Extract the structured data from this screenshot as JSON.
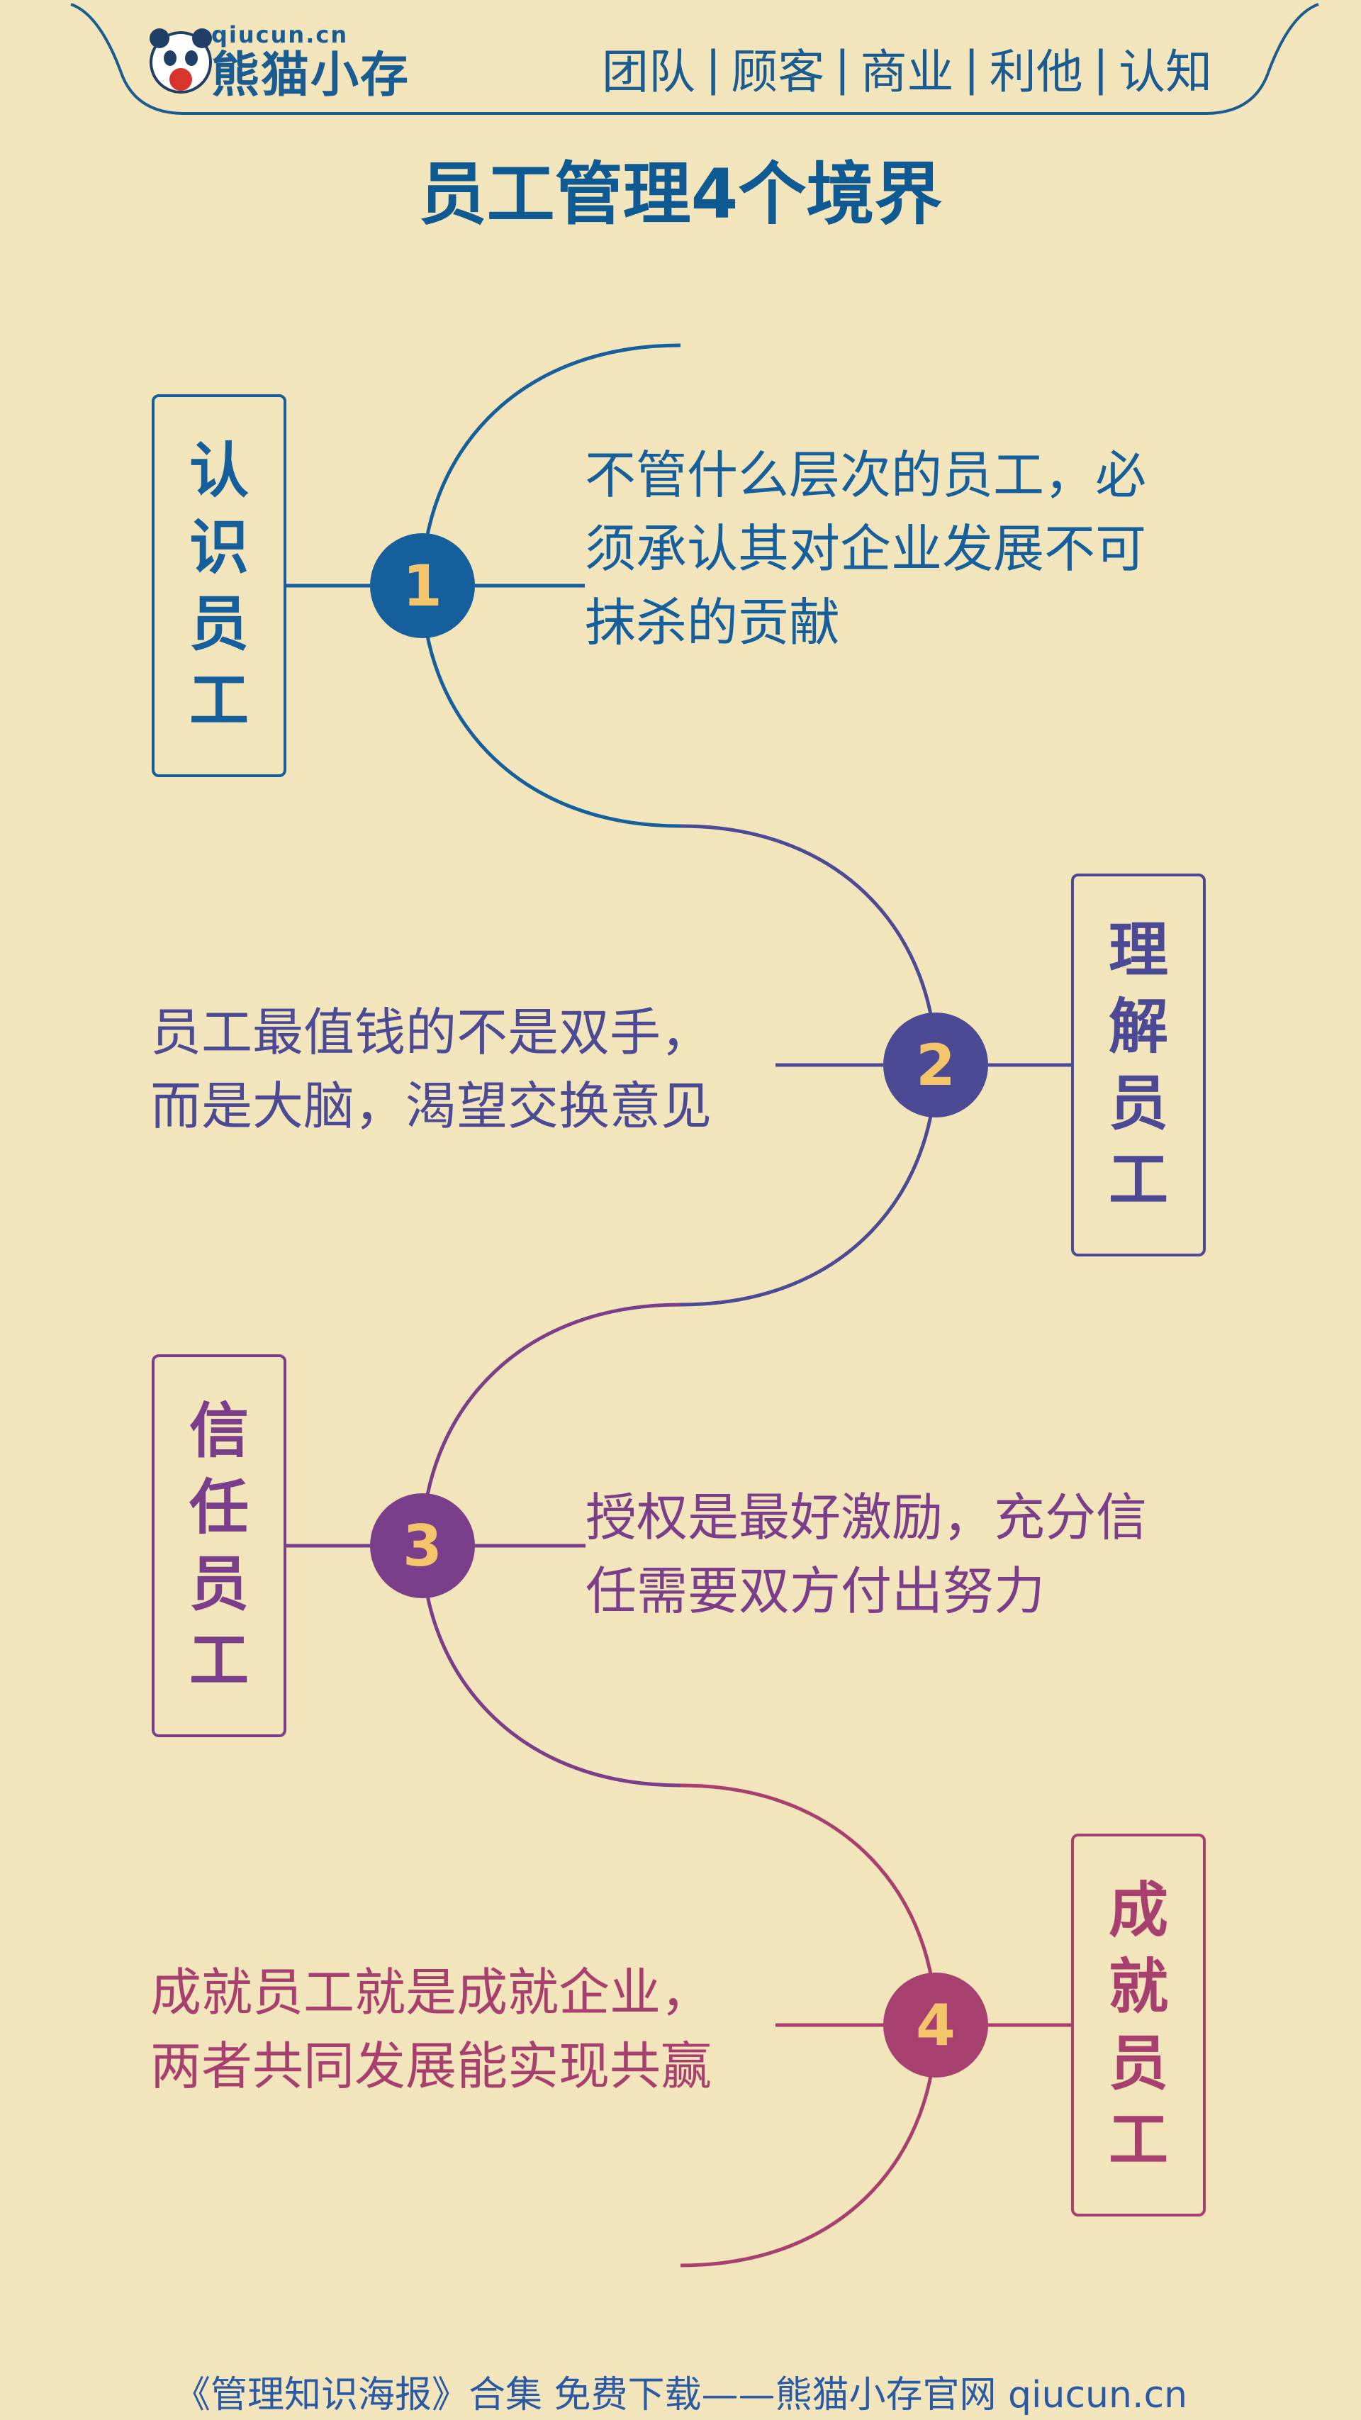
{
  "header": {
    "logo_sub": "qiucun.cn",
    "logo_text": "熊猫小存",
    "nav": [
      "团队",
      "顾客",
      "商业",
      "利他",
      "认知"
    ],
    "nav_separator": "|"
  },
  "title": "员工管理4个境界",
  "stages": [
    {
      "number": "1",
      "label": "认识员工",
      "desc": "不管什么层次的员工，必\n须承认其对企业发展不可\n抹杀的贡献",
      "color": "#165f9d"
    },
    {
      "number": "2",
      "label": "理解员工",
      "desc": "员工最值钱的不是双手，\n而是大脑，渴望交换意见",
      "color": "#4d4a95"
    },
    {
      "number": "3",
      "label": "信任员工",
      "desc": "授权是最好激励，充分信\n任需要双方付出努力",
      "color": "#7a3e8a"
    },
    {
      "number": "4",
      "label": "成就员工",
      "desc": "成就员工就是成就企业，\n两者共同发展能实现共赢",
      "color": "#a8406f"
    }
  ],
  "footer": "《管理知识海报》合集 免费下载——熊猫小存官网 qiucun.cn",
  "colors": {
    "background": "#f2e5bb",
    "brand": "#1a5b92",
    "number_text": "#f4c46b"
  }
}
